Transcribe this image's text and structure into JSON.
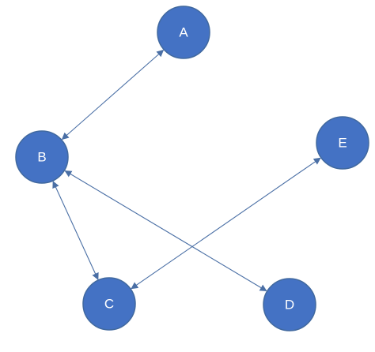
{
  "colors": {
    "node_fill": "#4472c4",
    "edge": "#4a6fa5"
  },
  "nodes": [
    {
      "id": "A",
      "label": "A"
    },
    {
      "id": "B",
      "label": "B"
    },
    {
      "id": "C",
      "label": "C"
    },
    {
      "id": "D",
      "label": "D"
    },
    {
      "id": "E",
      "label": "E"
    }
  ],
  "edges": [
    {
      "from": "A",
      "to": "B",
      "arrow": "both"
    },
    {
      "from": "B",
      "to": "C",
      "arrow": "both"
    },
    {
      "from": "B",
      "to": "D",
      "arrow": "both"
    },
    {
      "from": "E",
      "to": "C",
      "arrow": "both"
    }
  ]
}
